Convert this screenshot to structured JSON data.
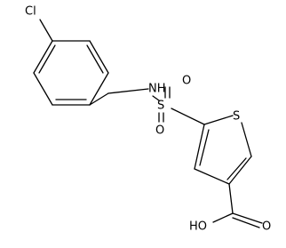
{
  "molecule": {
    "atoms": {
      "chlorine": "Cl",
      "nitrogen_h": "NH",
      "sulfur_sulfonyl": "S",
      "oxygen_sulfonyl_upper": "O",
      "oxygen_sulfonyl_lower": "O",
      "sulfur_ring": "S",
      "oxygen_carbonyl": "O",
      "hydroxyl": "HO"
    }
  }
}
